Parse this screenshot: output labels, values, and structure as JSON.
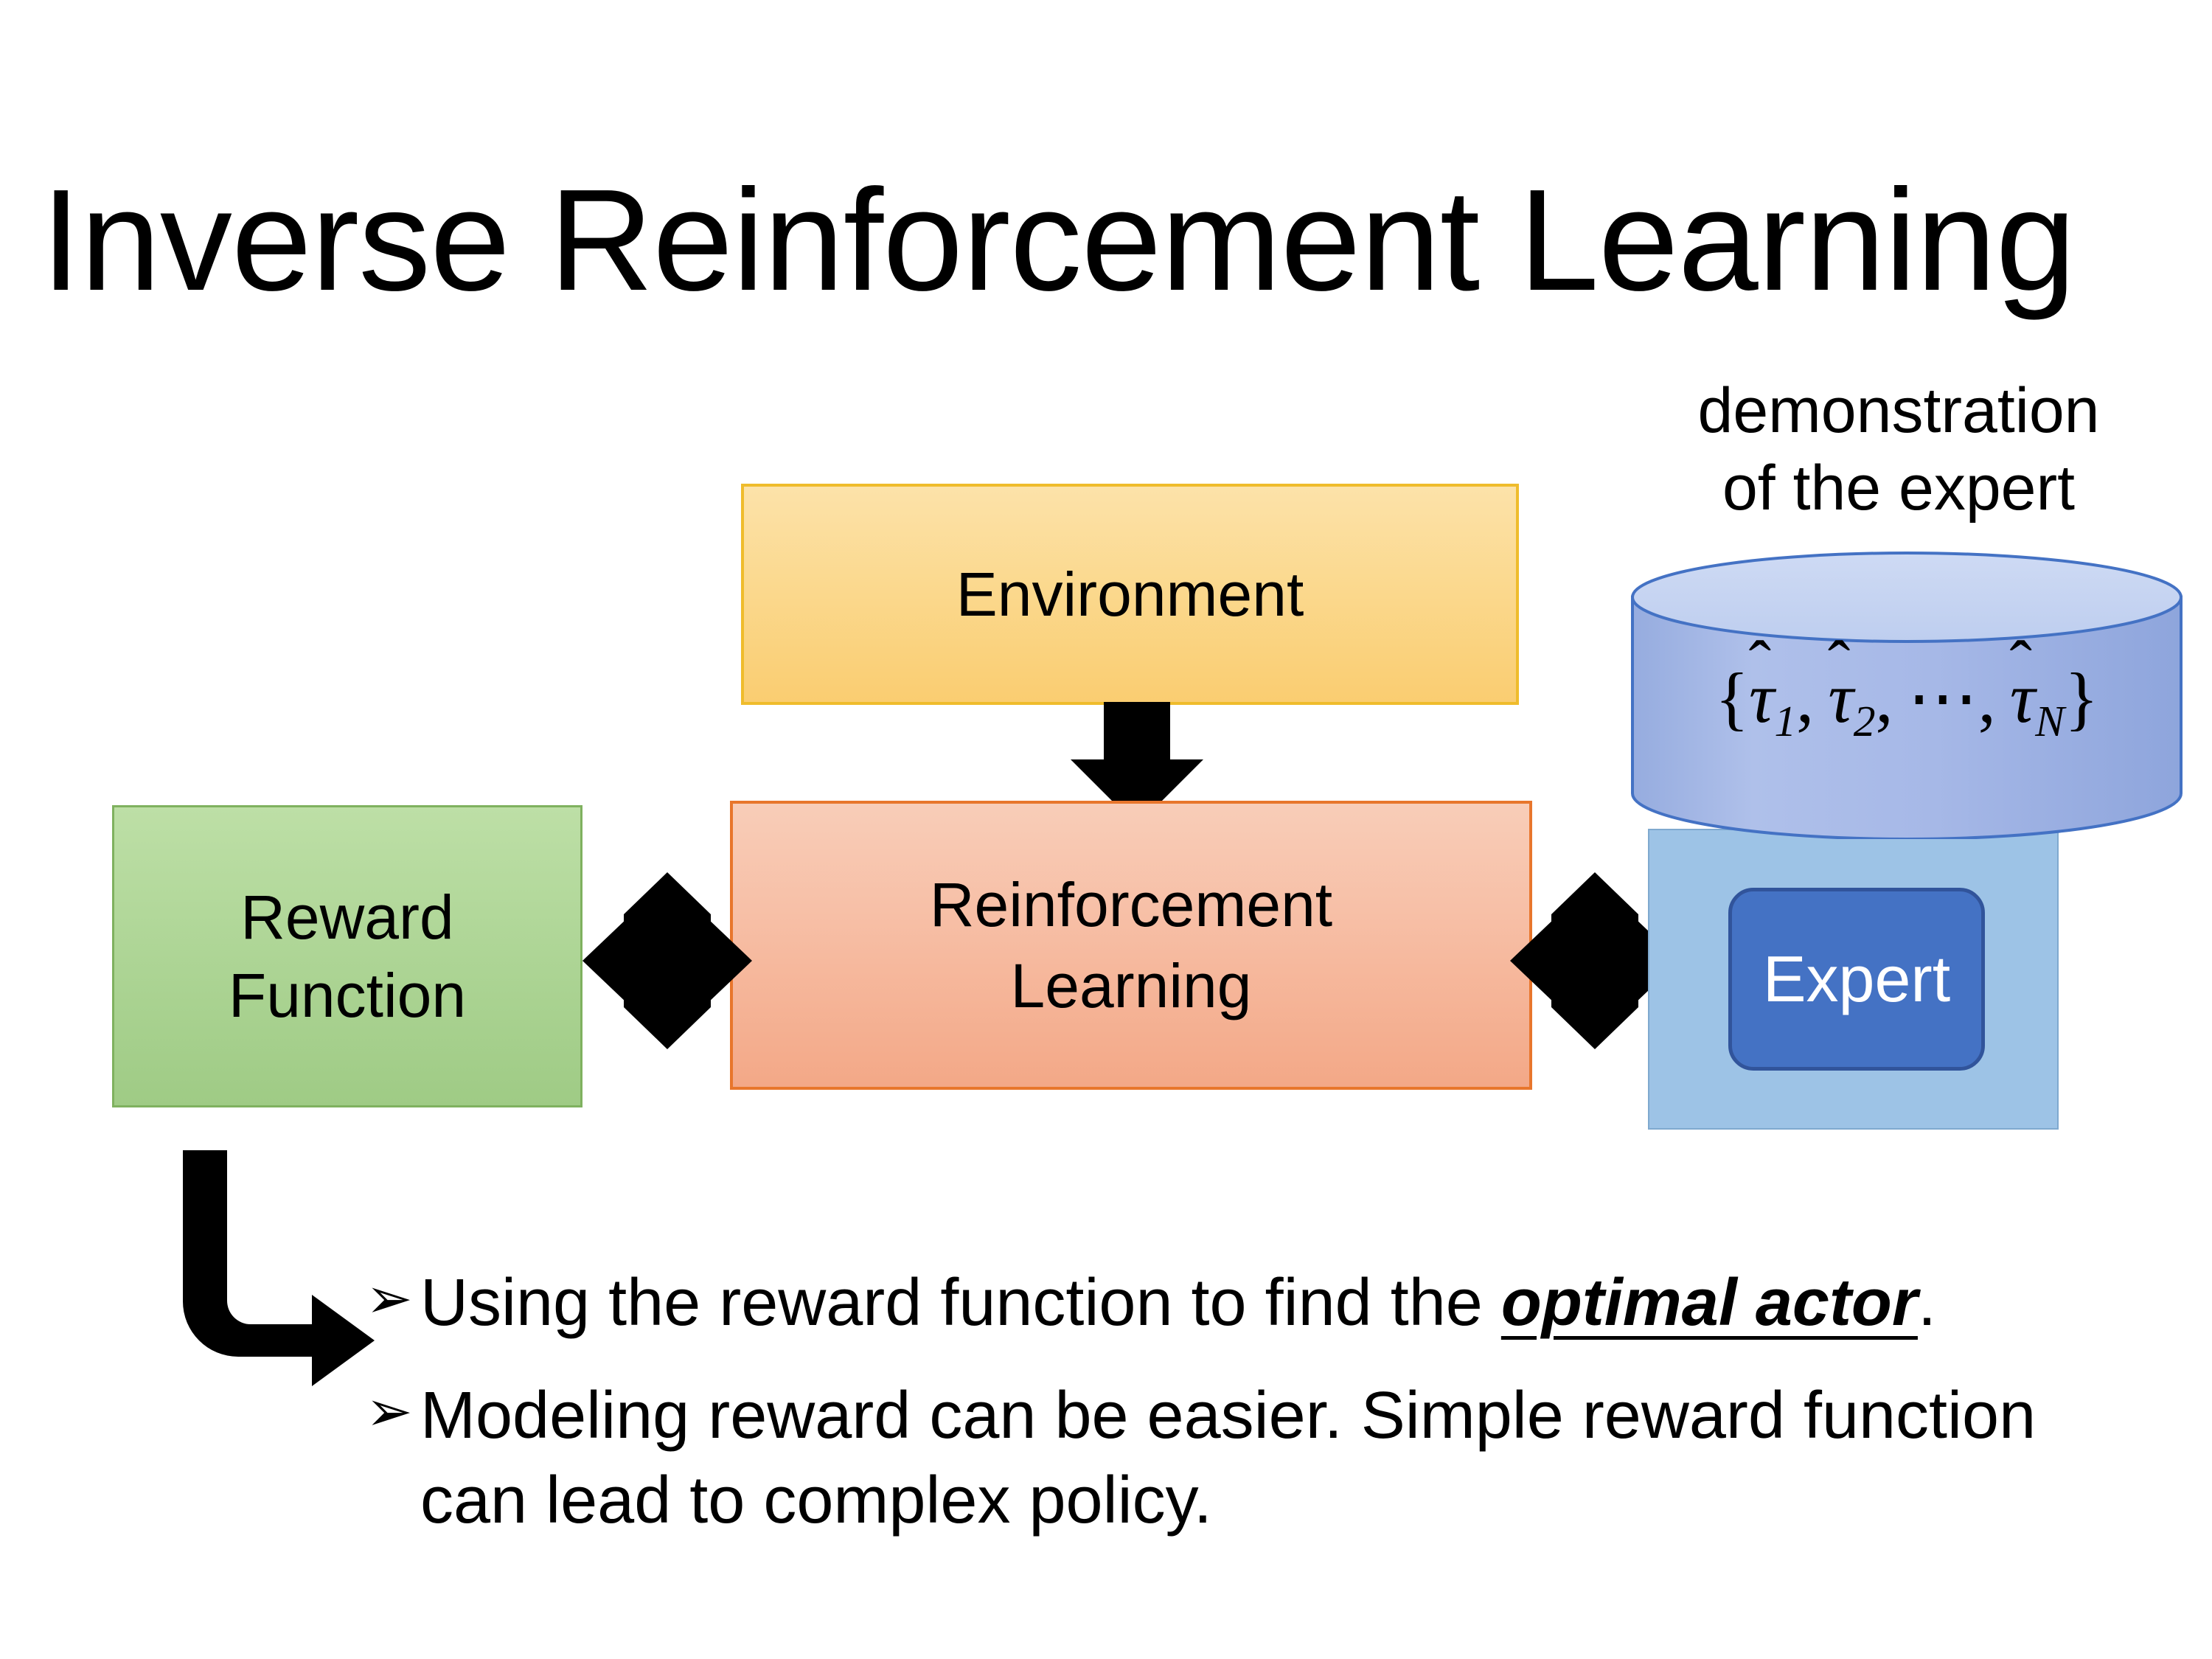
{
  "slide": {
    "title": "Inverse Reinforcement Learning",
    "background_color": "#FFFFFF"
  },
  "diagram": {
    "environment_box": {
      "label": "Environment",
      "fill_top": "#FCE2A9",
      "fill_bottom": "#FACD71",
      "border_color": "#EFBC2C"
    },
    "rl_box": {
      "label_line1": "Reinforcement",
      "label_line2": "Learning",
      "fill_top": "#F8CDB8",
      "fill_bottom": "#F3A887",
      "border_color": "#E8762C"
    },
    "reward_box": {
      "label_line1": "Reward",
      "label_line2": "Function",
      "fill_top": "#BDDFA6",
      "fill_bottom": "#9FCB85",
      "border_color": "#7FB15F"
    },
    "expert_group": {
      "caption_line1": "demonstration",
      "caption_line2": "of the expert",
      "cylinder_formula": {
        "open_brace": "{",
        "terms": [
          {
            "symbol": "τ",
            "hat": "ˆ",
            "subscript": "1"
          },
          {
            "symbol": "τ",
            "hat": "ˆ",
            "subscript": "2"
          },
          {
            "symbol": "⋯",
            "hat": "",
            "subscript": ""
          },
          {
            "symbol": "τ",
            "hat": "ˆ",
            "subscript": "N"
          }
        ],
        "close_brace": "}",
        "separator": ","
      },
      "expert_label": "Expert",
      "panel_fill": "#9DC3E6",
      "cylinder_fill": "#A9BEE8",
      "cylinder_top_fill": "#C5D3EF",
      "cylinder_border": "#4472C4",
      "expert_button_fill": "#4472C4",
      "expert_button_border": "#31549B",
      "expert_text_color": "#FFFFFF"
    },
    "connectors": {
      "env_to_rl": "down-block-arrow",
      "reward_to_rl": "four-way-double-arrow",
      "rl_to_expert": "four-way-double-arrow",
      "reward_to_bullets": "bent-elbow-arrow",
      "color": "#000000"
    }
  },
  "bullets": [
    {
      "marker": "➢",
      "prefix": "Using the reward function to find the ",
      "emphasis": "optimal actor",
      "suffix": "."
    },
    {
      "marker": "➢",
      "prefix": "Modeling reward can be easier. Simple reward function can lead to complex policy.",
      "emphasis": "",
      "suffix": ""
    }
  ]
}
